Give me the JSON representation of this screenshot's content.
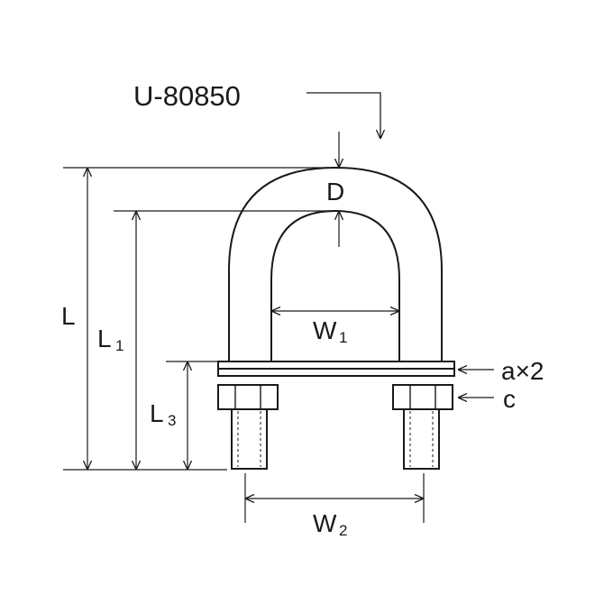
{
  "model_code": "U-80850",
  "labels": {
    "diameter": "D",
    "length_total": "L",
    "length_1": "L",
    "length_1_sub": "1",
    "length_3": "L",
    "length_3_sub": "3",
    "inner_width": "W",
    "inner_width_sub": "1",
    "outer_width": "W",
    "outer_width_sub": "2",
    "plate_thickness": "a×2",
    "nut_height": "c"
  },
  "colors": {
    "line": "#1a1a1a",
    "background": "#ffffff"
  }
}
